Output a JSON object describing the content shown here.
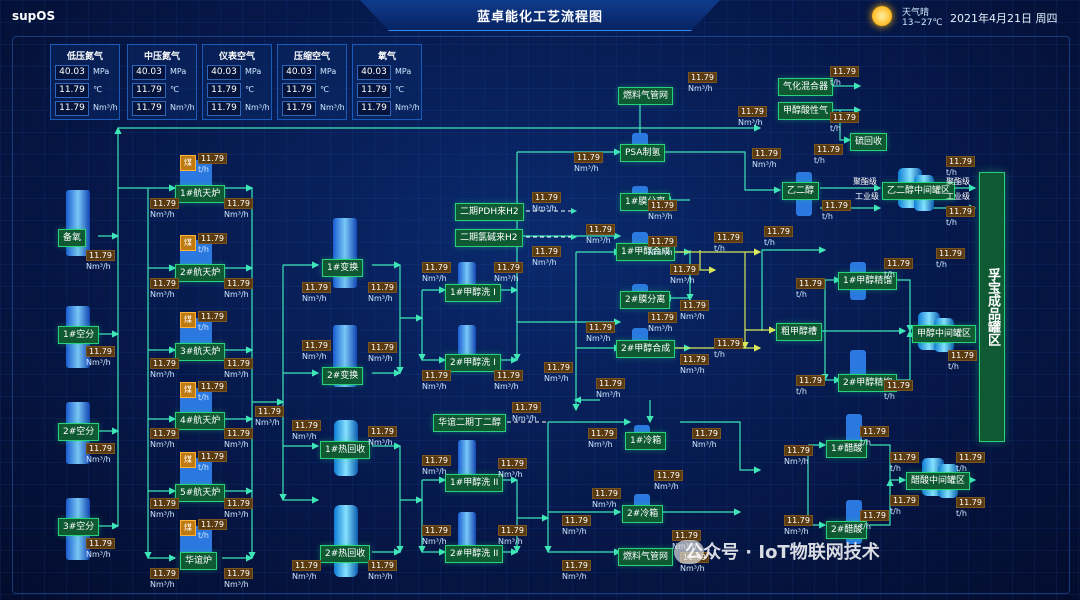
{
  "header": {
    "logo": "supOS",
    "title": "蓝卓能化工艺流程图",
    "weather": "天气晴",
    "temp": "13~27℃",
    "date": "2021年4月21日  周四"
  },
  "gases": [
    {
      "name": "低压氮气",
      "vals": [
        "40.03",
        "11.79",
        "11.79"
      ],
      "units": [
        "MPa",
        "℃",
        "Nm³/h"
      ]
    },
    {
      "name": "中压氮气",
      "vals": [
        "40.03",
        "11.79",
        "11.79"
      ],
      "units": [
        "MPa",
        "℃",
        "Nm³/h"
      ]
    },
    {
      "name": "仪表空气",
      "vals": [
        "40.03",
        "11.79",
        "11.79"
      ],
      "units": [
        "MPa",
        "℃",
        "Nm³/h"
      ]
    },
    {
      "name": "压缩空气",
      "vals": [
        "40.03",
        "11.79",
        "11.79"
      ],
      "units": [
        "MPa",
        "℃",
        "Nm³/h"
      ]
    },
    {
      "name": "氧气",
      "vals": [
        "40.03",
        "11.79",
        "11.79"
      ],
      "units": [
        "MPa",
        "℃",
        "Nm³/h"
      ]
    }
  ],
  "nodes": {
    "backup": "备氧",
    "air1": "1#空分",
    "air2": "2#空分",
    "air3": "3#空分",
    "g1": "1#航天炉",
    "g2": "2#航天炉",
    "g3": "3#航天炉",
    "g4": "4#航天炉",
    "g5": "5#航天炉",
    "g6": "华谊炉",
    "s1": "1#变换",
    "s2": "2#变换",
    "h1": "1#热回收",
    "h2": "2#热回收",
    "m1": "1#甲醇洗 I",
    "m2": "2#甲醇洗 I",
    "m3": "1#甲醇洗 II",
    "m4": "2#甲醇洗 II",
    "pdh": "二期PDH来H2",
    "cl": "二期氯碱来H2",
    "hy": "华谊二期丁二醇",
    "fuel1": "燃料气管网",
    "psa": "PSA制氢",
    "mem1": "1#膜分离",
    "ms1": "1#甲醇合成",
    "mem2": "2#膜分离",
    "ms2": "2#甲醇合成",
    "cold1": "1#冷箱",
    "cold2": "2#冷箱",
    "fuel2": "燃料气管网",
    "gasmix": "气化混合器",
    "mtg": "甲醇酸性气",
    "sulfur": "硫回收",
    "eg": "乙二醇",
    "egtank": "乙二醇中间罐区",
    "crude": "粗甲醇槽",
    "rect1": "1#甲醇精馏",
    "rect2": "2#甲醇精馏",
    "metank": "甲醇中间罐区",
    "ac1": "1#醋酸",
    "ac2": "2#醋酸",
    "actank": "醋酸中间罐区",
    "product": "孚宝成品罐区"
  },
  "labels": {
    "poly": "聚酯级",
    "ind": "工业级"
  },
  "value": "11.79",
  "units": {
    "nm": "Nm³/h",
    "th": "t/h"
  },
  "coal": "煤",
  "watermark": "公众号 · IoT物联网技术"
}
